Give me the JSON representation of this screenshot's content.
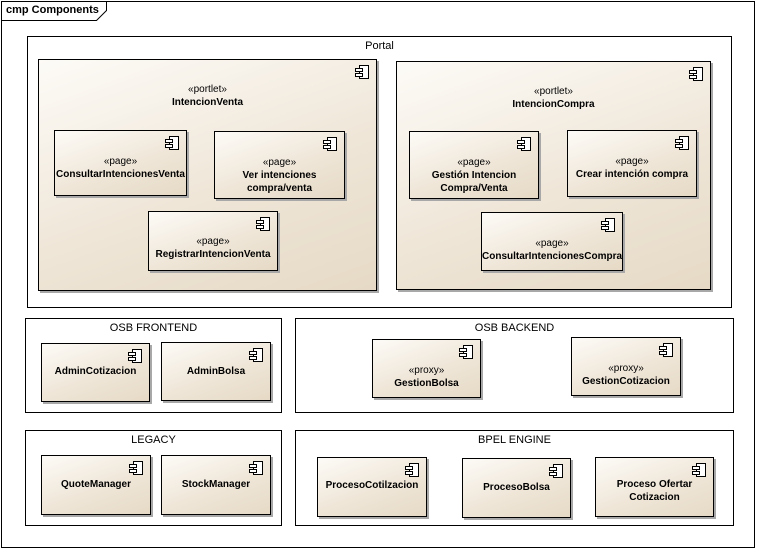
{
  "frame": {
    "title": "cmp Components"
  },
  "portal": {
    "title": "Portal",
    "venta": {
      "stereotype": "«portlet»",
      "name": "IntencionVenta",
      "pages": [
        {
          "stereotype": "«page»",
          "name": "ConsultarIntencionesVenta"
        },
        {
          "stereotype": "«page»",
          "name": "Ver intenciones compra/venta"
        },
        {
          "stereotype": "«page»",
          "name": "RegistrarIntencionVenta"
        }
      ]
    },
    "compra": {
      "stereotype": "«portlet»",
      "name": "IntencionCompra",
      "pages": [
        {
          "stereotype": "«page»",
          "name": "Gestión Intencion Compra/Venta"
        },
        {
          "stereotype": "«page»",
          "name": "Crear intención compra"
        },
        {
          "stereotype": "«page»",
          "name": "ConsultarIntencionesCompra"
        }
      ]
    }
  },
  "osb_frontend": {
    "title": "OSB FRONTEND",
    "components": [
      {
        "name": "AdminCotizacion"
      },
      {
        "name": "AdminBolsa"
      }
    ]
  },
  "osb_backend": {
    "title": "OSB BACKEND",
    "components": [
      {
        "stereotype": "«proxy»",
        "name": "GestionBolsa"
      },
      {
        "stereotype": "«proxy»",
        "name": "GestionCotizacion"
      }
    ]
  },
  "legacy": {
    "title": "LEGACY",
    "components": [
      {
        "name": "QuoteManager"
      },
      {
        "name": "StockManager"
      }
    ]
  },
  "bpel": {
    "title": "BPEL ENGINE",
    "components": [
      {
        "name": "ProcesoCotilzacion"
      },
      {
        "name": "ProcesoBolsa"
      },
      {
        "name": "Proceso Ofertar Cotizacion"
      }
    ]
  }
}
